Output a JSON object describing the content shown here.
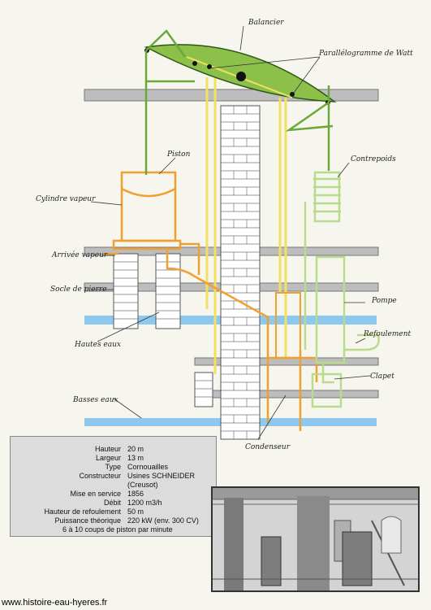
{
  "labels": {
    "balancier": "Balancier",
    "parallelogramme": "Parallélogramme de Watt",
    "piston": "Piston",
    "contrepoids": "Contrepoids",
    "cylindre": "Cylindre vapeur",
    "arrivee": "Arrivée vapeur",
    "socle": "Socle de pierre",
    "pompe": "Pompe",
    "refoulement": "Refoulement",
    "hautes_eaux": "Hautes eaux",
    "clapet": "Clapet",
    "basses_eaux": "Basses eaux",
    "condenseur": "Condenseur"
  },
  "specs": [
    {
      "key": "Hauteur",
      "value": "20 m"
    },
    {
      "key": "Largeur",
      "value": "13 m"
    },
    {
      "key": "Type",
      "value": "Cornouailles"
    },
    {
      "key": "Constructeur",
      "value": "Usines SCHNEIDER (Creusot)"
    },
    {
      "key": "Mise en service",
      "value": "1856"
    },
    {
      "key": "Débit",
      "value": "1200 m3/h"
    },
    {
      "key": "Hauteur de refoulement",
      "value": "50 m"
    },
    {
      "key": "Puissance théorique",
      "value": "220 kW (env. 300 CV)"
    }
  ],
  "spec_footer": "6 à 10 coups de piston par minute",
  "source_url": "www.histoire-eau-hyeres.fr",
  "colors": {
    "beam": "#8cc04a",
    "steam": "#f0a030",
    "pump": "#c8e6a0",
    "water": "#8fc8ee",
    "rod": "#f2e060"
  }
}
